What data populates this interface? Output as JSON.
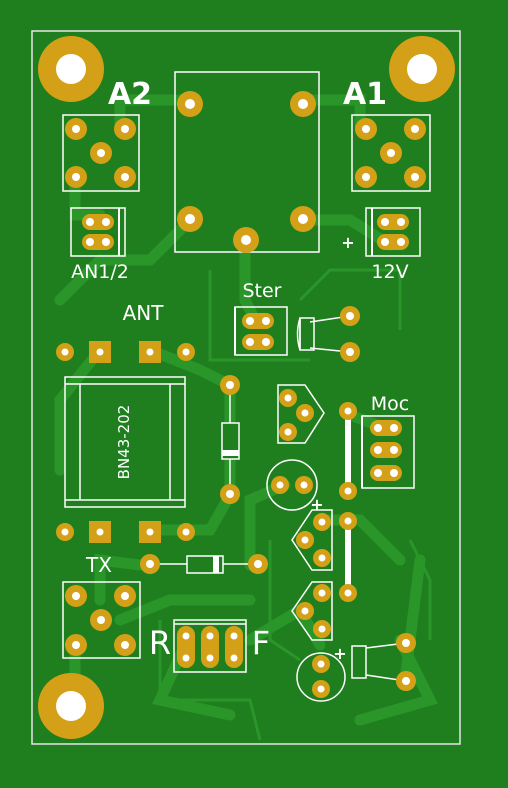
{
  "board": {
    "colors": {
      "board": "#1f7f1f",
      "copper": "#2b9a2b",
      "pad": "#d4a017",
      "hole": "#ffffff",
      "silk": "#ffffff",
      "outline": "#e6e6e6"
    },
    "labels": {
      "a2": "A2",
      "a1": "A1",
      "an12": "AN1/2",
      "v12": "12V",
      "plus": "+",
      "plus2": "+",
      "plus3": "+",
      "ster": "Ster",
      "ant": "ANT",
      "bn43": "BN43-202",
      "moc": "Moc",
      "tx": "TX",
      "r": "R",
      "f": "F"
    }
  }
}
